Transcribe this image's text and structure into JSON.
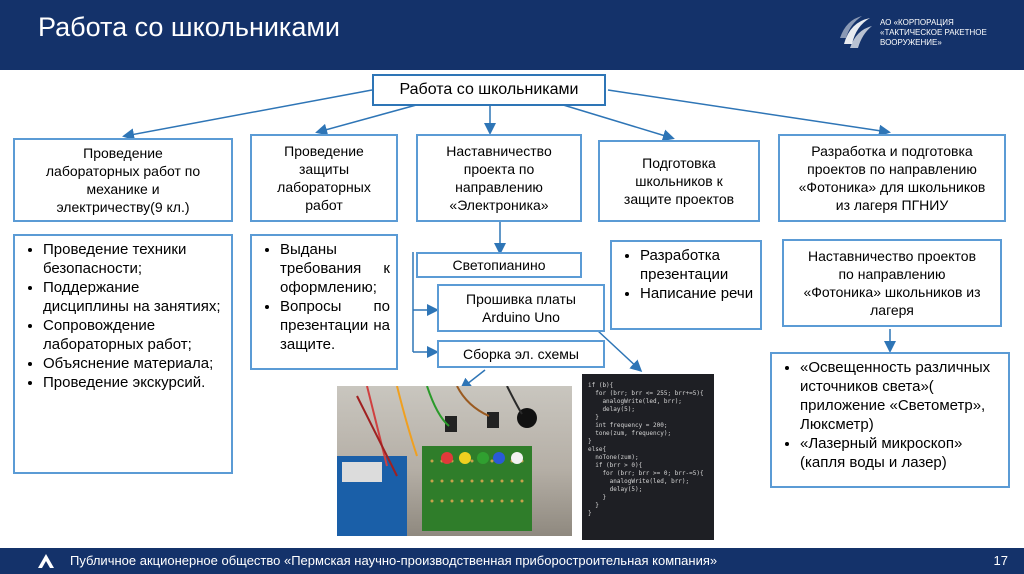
{
  "header": {
    "title": "Работа со школьниками",
    "logo_text": [
      "АО «КОРПОРАЦИЯ",
      "«ТАКТИЧЕСКОЕ РАКЕТНОЕ",
      "ВООРУЖЕНИЕ»"
    ]
  },
  "root": "Работа со школьниками",
  "categories": [
    "Проведение\nлабораторных работ по\nмеханике и\nэлектричеству(9 кл.)",
    "Проведение\nзащиты\nлабораторных\nработ",
    "Наставничество\nпроекта по\nнаправлению\n«Электроника»",
    "Подготовка\nшкольников к\nзащите проектов",
    "Разработка и подготовка\nпроектов по направлению\n«Фотоника» для школьников\nиз лагеря ПГНИУ"
  ],
  "lists": {
    "col1": [
      "Проведение техники безопасности;",
      "Поддержание дисциплины на занятиях;",
      "Сопровождение лабораторных работ;",
      "Объяснение материала;",
      "Проведение экскурсий."
    ],
    "col2": [
      "Выданы требования к оформлению;",
      "Вопросы по презентации на защите."
    ],
    "col4": [
      "Разработка презентации",
      "Написание речи"
    ],
    "col5": [
      "«Освещенность различных источников света»( приложение «Светометр», Люксметр)",
      "«Лазерный микроскоп» (капля воды и лазер)"
    ]
  },
  "electronics": {
    "item1": "Светопианино",
    "item2": "Прошивка платы\nArduino Uno",
    "item3": "Сборка эл. схемы"
  },
  "photonics_sub": "Наставничество проектов\nпо направлению\n«Фотоника» школьников из\nлагеря",
  "code_snippet": "if (b){\n  for (brr; brr <= 255; brr+=5){\n    analogWrite(led, brr);\n    delay(5);\n  }\n  int frequency = 200;\n  tone(zum, frequency);\n}\nelse{\n  noTone(zum);\n  if (brr > 0){\n    for (brr; brr >= 0; brr-=5){\n      analogWrite(led, brr);\n      delay(5);\n    }\n  }\n}",
  "footer": {
    "text": "Публичное акционерное общество «Пермская научно-производственная приборостроительная компания»",
    "page": "17"
  },
  "colors": {
    "header": "#14326a",
    "border": "#5b9bd5",
    "root_border": "#2e75b6",
    "arrow": "#2e75b6"
  }
}
